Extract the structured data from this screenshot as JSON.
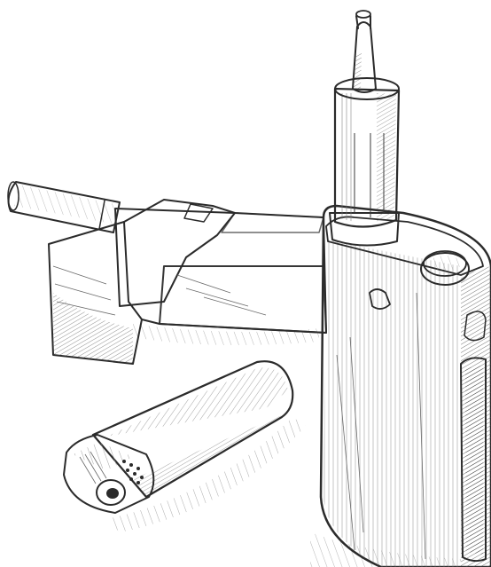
{
  "scene": {
    "style": "pencil-hatching",
    "palette": {
      "paper": "#ffffff",
      "ink": "#2b2b2b",
      "shade": "#9a9a9a",
      "light_shade": "#d6d6d6"
    },
    "objects": [
      {
        "id": "cigarette",
        "icon": "cigarette-icon"
      },
      {
        "id": "cigarette-pack",
        "icon": "pack-icon"
      },
      {
        "id": "vape-mod",
        "icon": "vape-icon"
      },
      {
        "id": "lighter",
        "icon": "lighter-icon"
      }
    ]
  }
}
